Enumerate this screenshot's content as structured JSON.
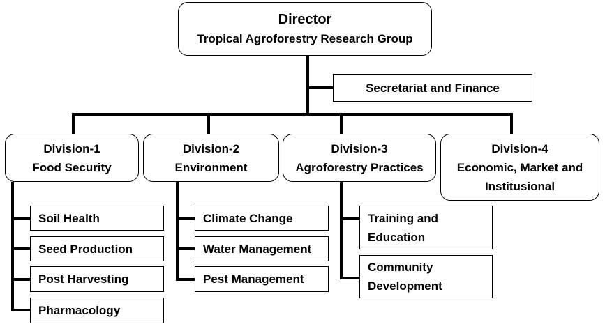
{
  "director": {
    "title": "Director",
    "subtitle": "Tropical Agroforestry Research Group"
  },
  "secretariat": "Secretariat and Finance",
  "divisions": [
    {
      "name": "Division-1",
      "focus": "Food Security",
      "units": [
        "Soil Health",
        "Seed Production",
        "Post Harvesting",
        "Pharmacology"
      ]
    },
    {
      "name": "Division-2",
      "focus": "Environment",
      "units": [
        "Climate Change",
        "Water Management",
        "Pest Management"
      ]
    },
    {
      "name": "Division-3",
      "focus": "Agroforestry Practices",
      "units": [
        {
          "line1": "Training and",
          "line2": "Education"
        },
        {
          "line1": "Community",
          "line2": "Development"
        }
      ]
    },
    {
      "name": "Division-4",
      "focus_line1": "Economic, Market and",
      "focus_line2": "Institusional",
      "units": []
    }
  ]
}
